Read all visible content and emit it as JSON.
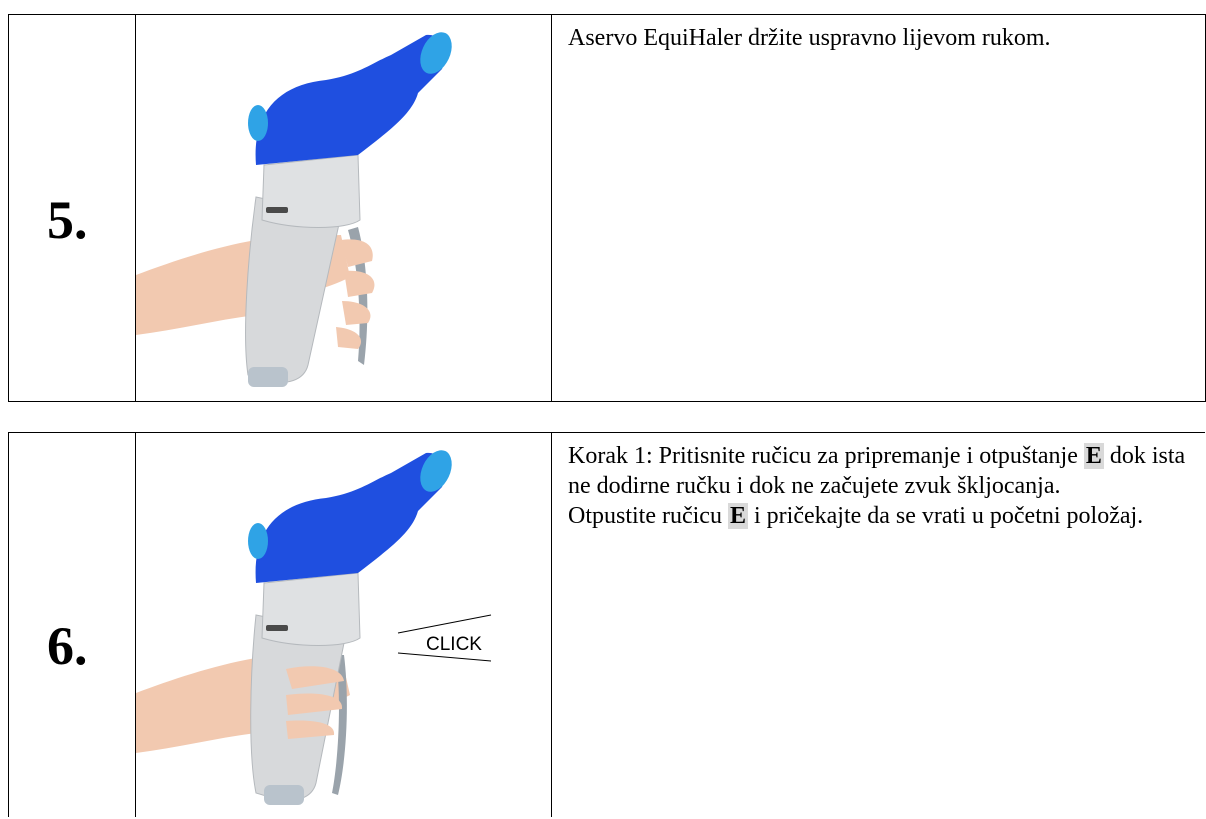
{
  "steps": [
    {
      "number": "5.",
      "instruction_lines": [
        "Aservo EquiHaler držite uspravno lijevom rukom."
      ]
    },
    {
      "number": "6.",
      "instruction_parts": {
        "p1_before": "Korak 1: Pritisnite ručicu za pripremanje i otpuštanje ",
        "p1_letter": "E",
        "p1_after": " dok ista ne dodirne ručku i dok ne začujete zvuk škljocanja.",
        "p2_before": "Otpustite ručicu ",
        "p2_letter": "E",
        "p2_after": " i pričekajte da se vrati u početni položaj."
      },
      "click_label": "CLICK"
    }
  ],
  "colors": {
    "inhaler_blue": "#1f4fe0",
    "inhaler_grey": "#d7d9db",
    "skin": "#f2c9b0",
    "lever": "#9aa3ab"
  }
}
